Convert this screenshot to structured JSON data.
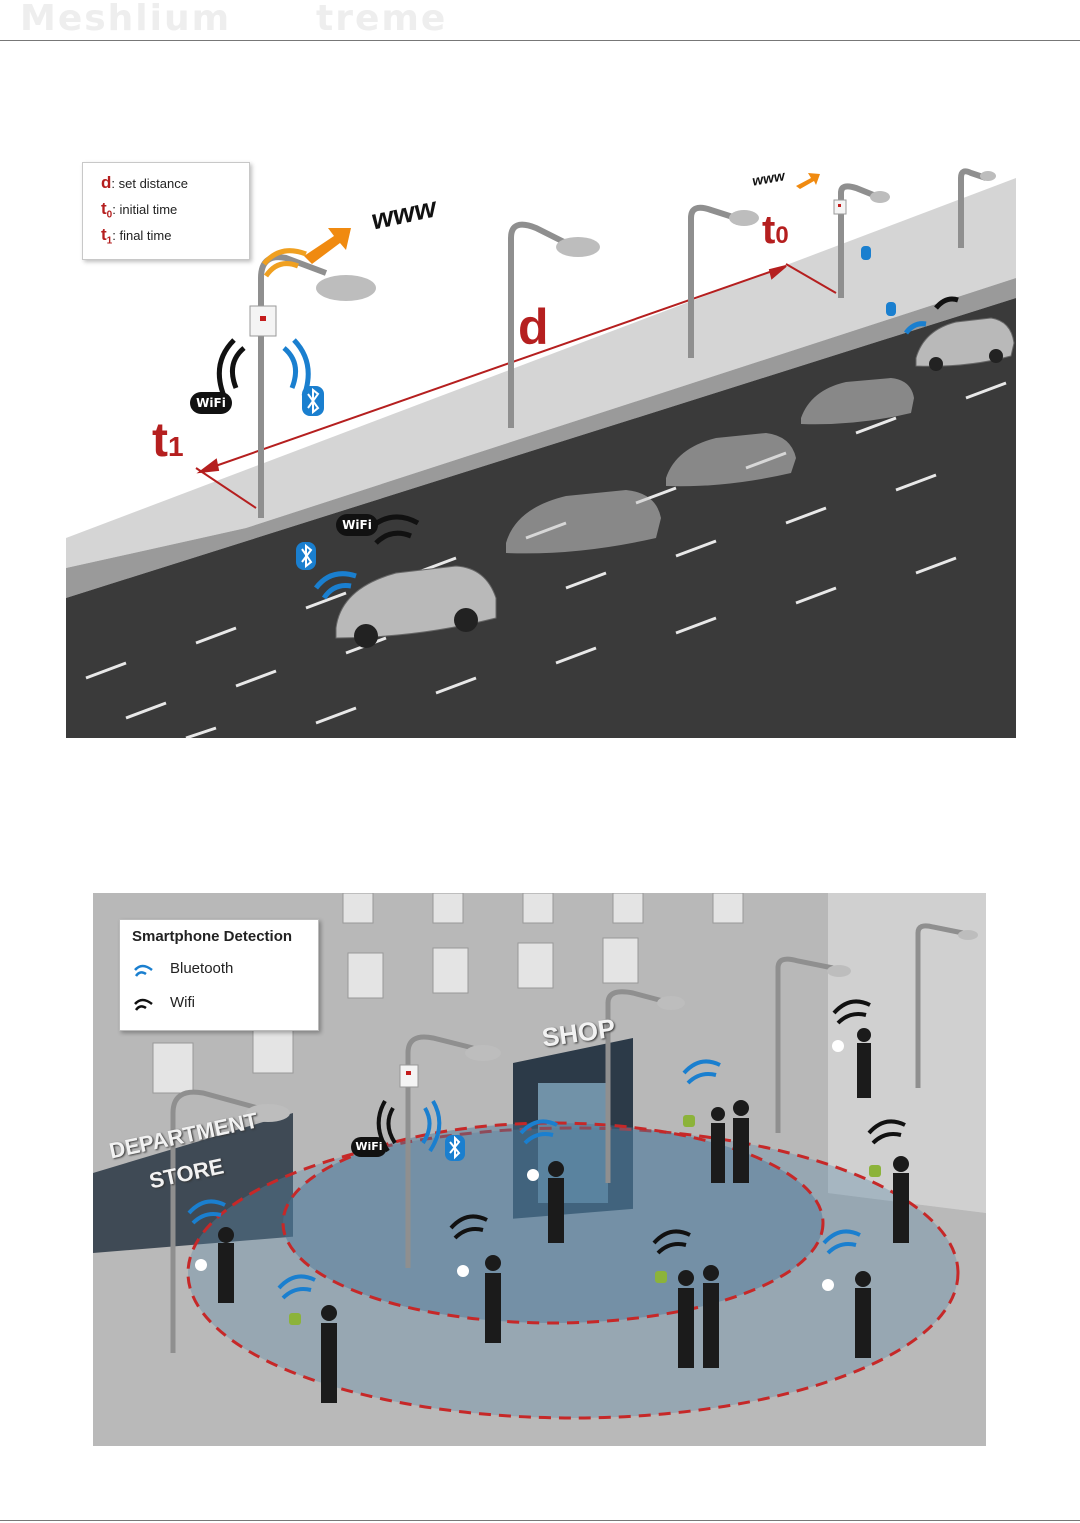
{
  "header": {
    "brand_left": "Meshlium",
    "brand_right": "treme"
  },
  "figure1": {
    "legend": [
      {
        "symbol": "d",
        "subscript": "",
        "text": ": set distance"
      },
      {
        "symbol": "t",
        "subscript": "0",
        "text": ": initial time"
      },
      {
        "symbol": "t",
        "subscript": "1",
        "text": ": final time"
      }
    ],
    "label_d": "d",
    "label_t0": "t",
    "label_t0_sub": "0",
    "label_t1": "t",
    "label_t1_sub": "1",
    "www_main": "www",
    "www_far": "www",
    "wifi_badge": "WiFi"
  },
  "figure2": {
    "legend_title": "Smartphone Detection",
    "legend_items": [
      {
        "label": "Bluetooth",
        "color": "#1a7fcf"
      },
      {
        "label": "Wifi",
        "color": "#111111"
      }
    ],
    "sign_department_line1": "DEPARTMENT",
    "sign_department_line2": "STORE",
    "sign_shop": "SHOP",
    "wifi_badge": "WiFi"
  },
  "colors": {
    "accent_red": "#b51f1f",
    "bluetooth_blue": "#1a7fcf",
    "wifi_black": "#111111",
    "signal_orange": "#f0a020",
    "android_green": "#8cb33a",
    "road_gray": "#3a3a3a"
  }
}
